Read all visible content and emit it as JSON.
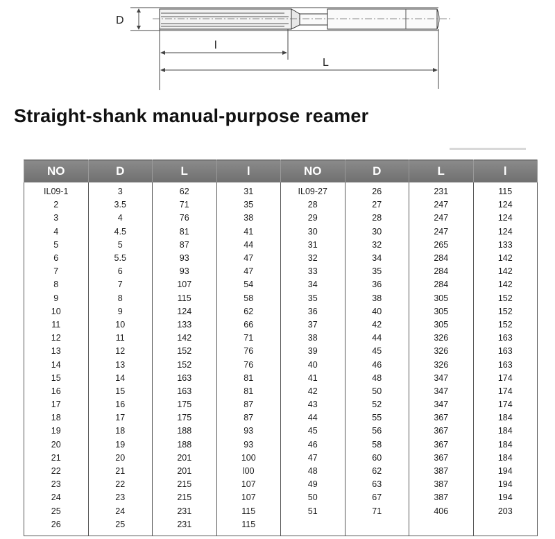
{
  "diagram": {
    "label_d": "D",
    "label_l_small": "l",
    "label_l_big": "L"
  },
  "title": "Straight-shank manual-purpose reamer",
  "table": {
    "headers": [
      "NO",
      "D",
      "L",
      "l",
      "NO",
      "D",
      "L",
      "l"
    ],
    "rows": [
      [
        "IL09-1",
        "3",
        "62",
        "31",
        "IL09-27",
        "26",
        "231",
        "115"
      ],
      [
        "2",
        "3.5",
        "71",
        "35",
        "28",
        "27",
        "247",
        "124"
      ],
      [
        "3",
        "4",
        "76",
        "38",
        "29",
        "28",
        "247",
        "124"
      ],
      [
        "4",
        "4.5",
        "81",
        "41",
        "30",
        "30",
        "247",
        "124"
      ],
      [
        "5",
        "5",
        "87",
        "44",
        "31",
        "32",
        "265",
        "133"
      ],
      [
        "6",
        "5.5",
        "93",
        "47",
        "32",
        "34",
        "284",
        "142"
      ],
      [
        "7",
        "6",
        "93",
        "47",
        "33",
        "35",
        "284",
        "142"
      ],
      [
        "8",
        "7",
        "107",
        "54",
        "34",
        "36",
        "284",
        "142"
      ],
      [
        "9",
        "8",
        "115",
        "58",
        "35",
        "38",
        "305",
        "152"
      ],
      [
        "10",
        "9",
        "124",
        "62",
        "36",
        "40",
        "305",
        "152"
      ],
      [
        "11",
        "10",
        "133",
        "66",
        "37",
        "42",
        "305",
        "152"
      ],
      [
        "12",
        "11",
        "142",
        "71",
        "38",
        "44",
        "326",
        "163"
      ],
      [
        "13",
        "12",
        "152",
        "76",
        "39",
        "45",
        "326",
        "163"
      ],
      [
        "14",
        "13",
        "152",
        "76",
        "40",
        "46",
        "326",
        "163"
      ],
      [
        "15",
        "14",
        "163",
        "81",
        "41",
        "48",
        "347",
        "174"
      ],
      [
        "16",
        "15",
        "163",
        "81",
        "42",
        "50",
        "347",
        "174"
      ],
      [
        "17",
        "16",
        "175",
        "87",
        "43",
        "52",
        "347",
        "174"
      ],
      [
        "18",
        "17",
        "175",
        "87",
        "44",
        "55",
        "367",
        "184"
      ],
      [
        "19",
        "18",
        "188",
        "93",
        "45",
        "56",
        "367",
        "184"
      ],
      [
        "20",
        "19",
        "188",
        "93",
        "46",
        "58",
        "367",
        "184"
      ],
      [
        "21",
        "20",
        "201",
        "100",
        "47",
        "60",
        "367",
        "184"
      ],
      [
        "22",
        "21",
        "201",
        "l00",
        "48",
        "62",
        "387",
        "194"
      ],
      [
        "23",
        "22",
        "215",
        "107",
        "49",
        "63",
        "387",
        "194"
      ],
      [
        "24",
        "23",
        "215",
        "107",
        "50",
        "67",
        "387",
        "194"
      ],
      [
        "25",
        "24",
        "231",
        "115",
        "51",
        "71",
        "406",
        "203"
      ],
      [
        "26",
        "25",
        "231",
        "115",
        "",
        "",
        "",
        ""
      ]
    ]
  }
}
